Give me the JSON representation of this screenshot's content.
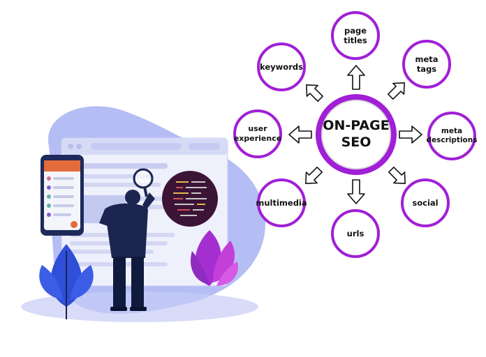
{
  "diagram": {
    "center": "ON-PAGE\nSEO",
    "nodes": {
      "page_titles": "page\ntitles",
      "meta_tags": "meta\ntags",
      "meta_descriptions": "meta\ndescriptions",
      "social": "social",
      "urls": "urls",
      "multimedia": "multimedia",
      "user_experience": "user\nexperience",
      "keywords": "keywords"
    }
  },
  "colors": {
    "accent": "#a11fd6",
    "blob": "#9aa6f0",
    "navy": "#1b2550",
    "phone_header": "#e36b3c",
    "leaf_blue": "#2f4fd8",
    "leaf_purple": "#a42ed0",
    "circle_screen": "#3b1436"
  }
}
